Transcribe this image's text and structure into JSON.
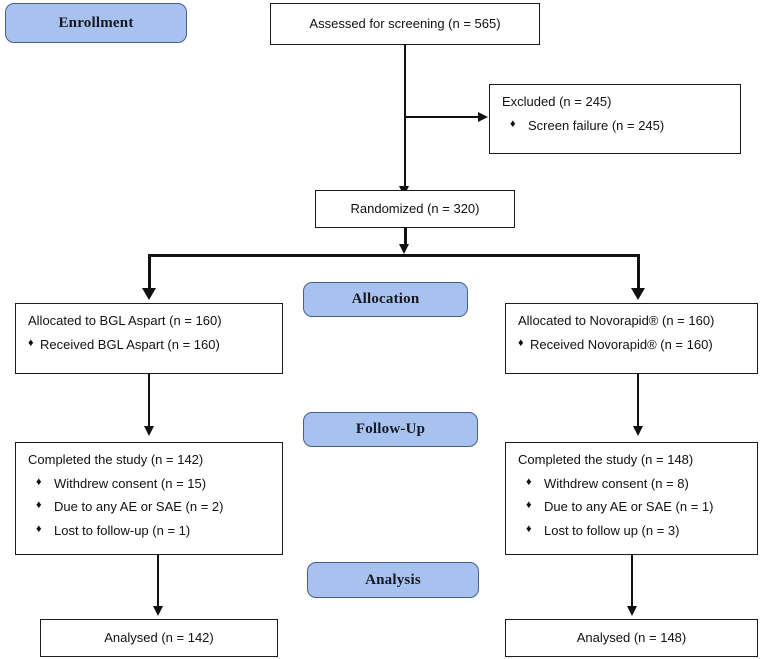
{
  "diagram": {
    "type": "consort-flow-diagram",
    "stages": [
      {
        "id": "enrollment",
        "label": "Enrollment"
      },
      {
        "id": "allocation",
        "label": "Allocation"
      },
      {
        "id": "followup",
        "label": "Follow-Up"
      },
      {
        "id": "analysis",
        "label": "Analysis"
      }
    ],
    "nodes": {
      "assessed": {
        "title": "Assessed for screening (n = 565)"
      },
      "excluded": {
        "title": "Excluded (n = 245)",
        "items": [
          {
            "bullet": "♦",
            "text": "Screen failure (n = 245)"
          }
        ]
      },
      "randomized": {
        "title": "Randomized (n = 320)"
      },
      "alloc_left": {
        "title": "Allocated to BGL Aspart (n = 160)",
        "items": [
          {
            "bullet": "♦",
            "text": "Received BGL Aspart (n = 160)"
          }
        ]
      },
      "alloc_right": {
        "title": "Allocated to Novorapid® (n = 160)",
        "items": [
          {
            "bullet": "♦",
            "text": "Received Novorapid®  (n = 160)"
          }
        ]
      },
      "follow_left": {
        "title": "Completed the study (n = 142)",
        "items": [
          {
            "bullet": "♦",
            "text": "Withdrew consent (n = 15)"
          },
          {
            "bullet": "♦",
            "text": "Due to any AE or SAE (n = 2)"
          },
          {
            "bullet": "♦",
            "text": "Lost to follow-up (n = 1)"
          }
        ]
      },
      "follow_right": {
        "title": "Completed the study (n = 148)",
        "items": [
          {
            "bullet": "♦",
            "text": "Withdrew consent (n = 8)"
          },
          {
            "bullet": "♦",
            "text": "Due to any AE or SAE (n = 1)"
          },
          {
            "bullet": "♦",
            "text": "Lost to follow up (n = 3)"
          }
        ]
      },
      "analysed_left": {
        "title": "Analysed (n = 142)"
      },
      "analysed_right": {
        "title": "Analysed (n = 148)"
      }
    },
    "colors": {
      "stage_fill": "#a8c2f0",
      "stage_border": "#4a5f86",
      "box_border": "#1a1a1a",
      "line": "#111111",
      "text": "#111111",
      "background": "#ffffff"
    }
  }
}
